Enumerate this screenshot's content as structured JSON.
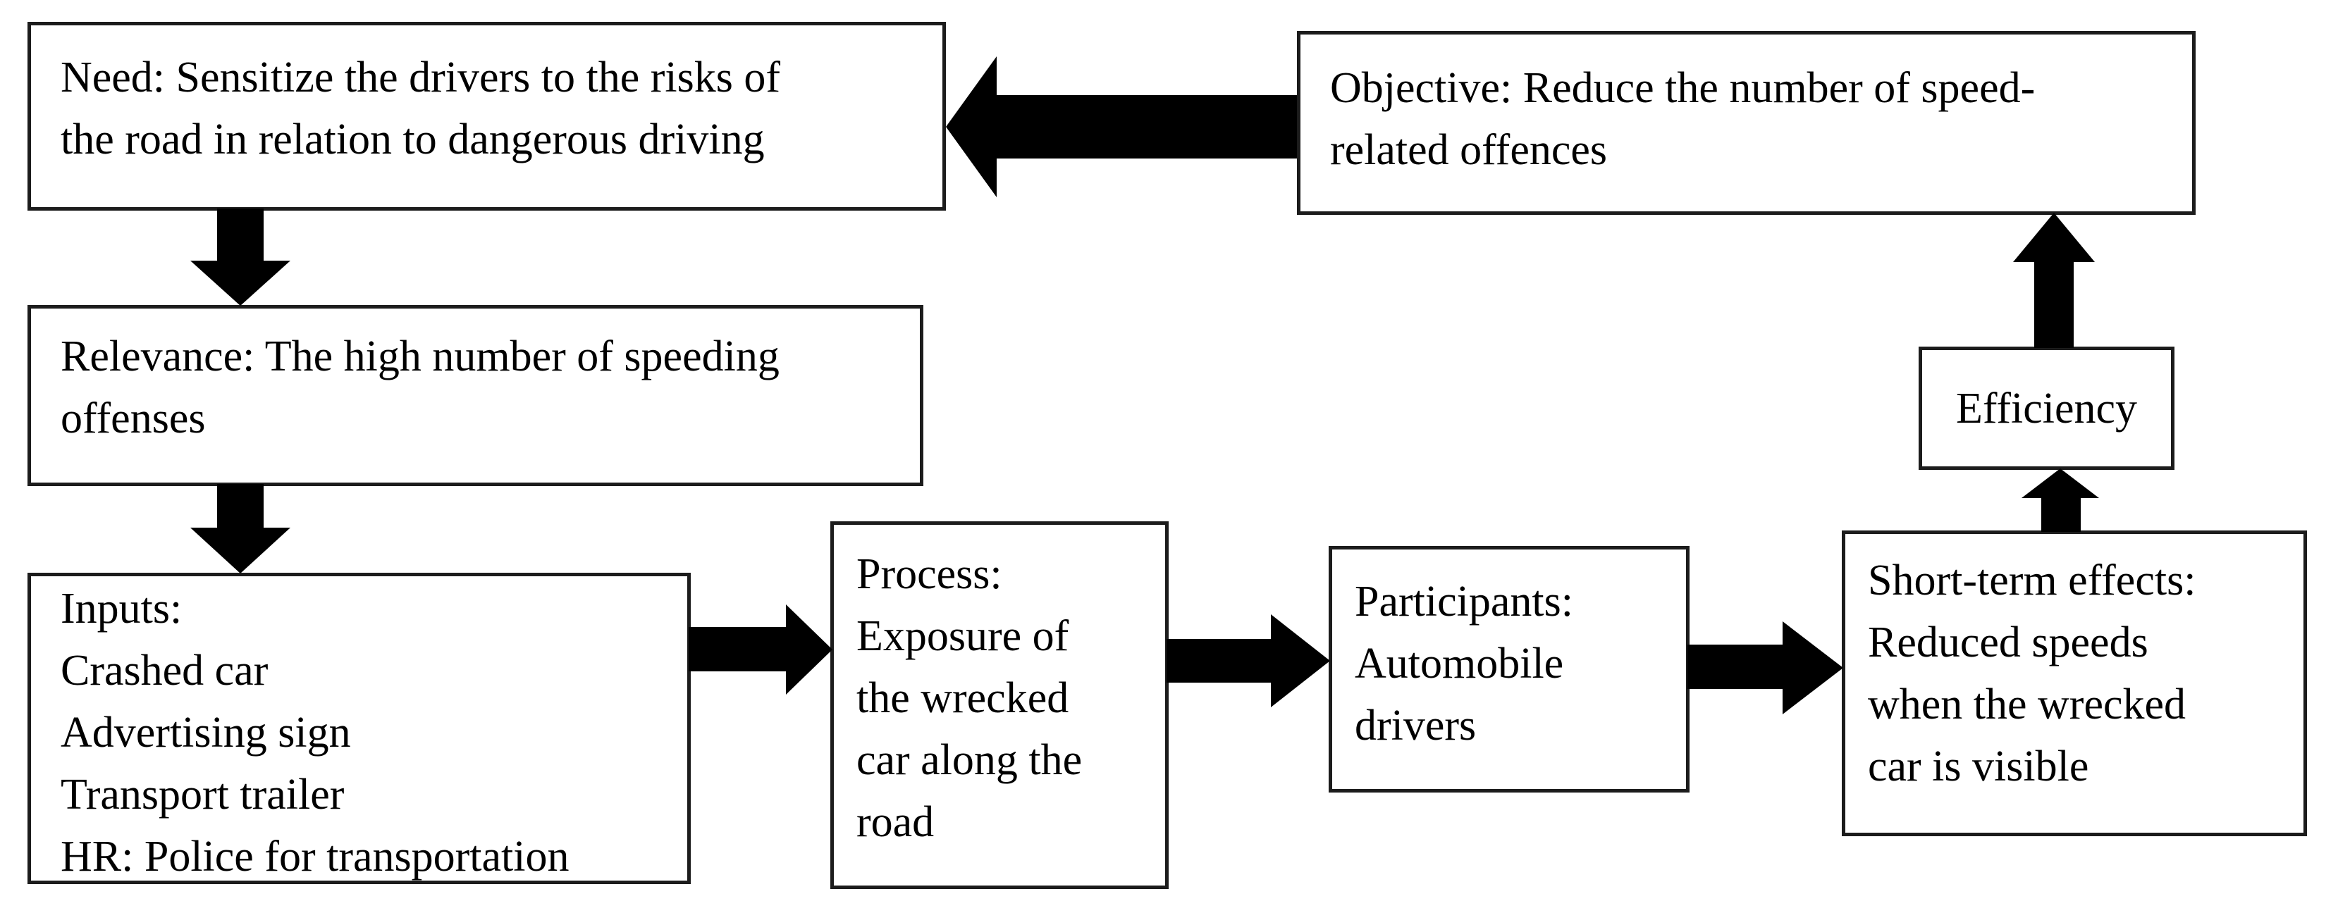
{
  "boxes": {
    "need": {
      "text": "Need: Sensitize the drivers to the risks of\nthe road in relation to dangerous driving"
    },
    "objective": {
      "text": "Objective: Reduce the number of speed-\nrelated offences"
    },
    "relevance": {
      "text": "Relevance: The high number of speeding\noffenses"
    },
    "inputs": {
      "text": "Inputs:\nCrashed car\nAdvertising sign\nTransport trailer\nHR: Police for transportation"
    },
    "process": {
      "text": "Process:\nExposure of\nthe wrecked\ncar along the\nroad"
    },
    "participants": {
      "text": "Participants:\nAutomobile\ndrivers"
    },
    "short_term": {
      "text": "Short-term effects:\nReduced speeds\nwhen the wrecked\ncar is visible"
    },
    "efficiency": {
      "text": "Efficiency"
    }
  },
  "arrows": [
    {
      "from": "objective",
      "to": "need",
      "direction": "left"
    },
    {
      "from": "need",
      "to": "relevance",
      "direction": "down"
    },
    {
      "from": "relevance",
      "to": "inputs",
      "direction": "down"
    },
    {
      "from": "inputs",
      "to": "process",
      "direction": "right"
    },
    {
      "from": "process",
      "to": "participants",
      "direction": "right"
    },
    {
      "from": "participants",
      "to": "short_term",
      "direction": "right"
    },
    {
      "from": "short_term",
      "to": "efficiency",
      "direction": "up"
    },
    {
      "from": "efficiency",
      "to": "objective",
      "direction": "up"
    }
  ],
  "colors": {
    "box_border": "#1c1c1c",
    "box_background": "#ffffff",
    "arrow": "#000000",
    "text": "#000000",
    "page_background": "#ffffff"
  }
}
